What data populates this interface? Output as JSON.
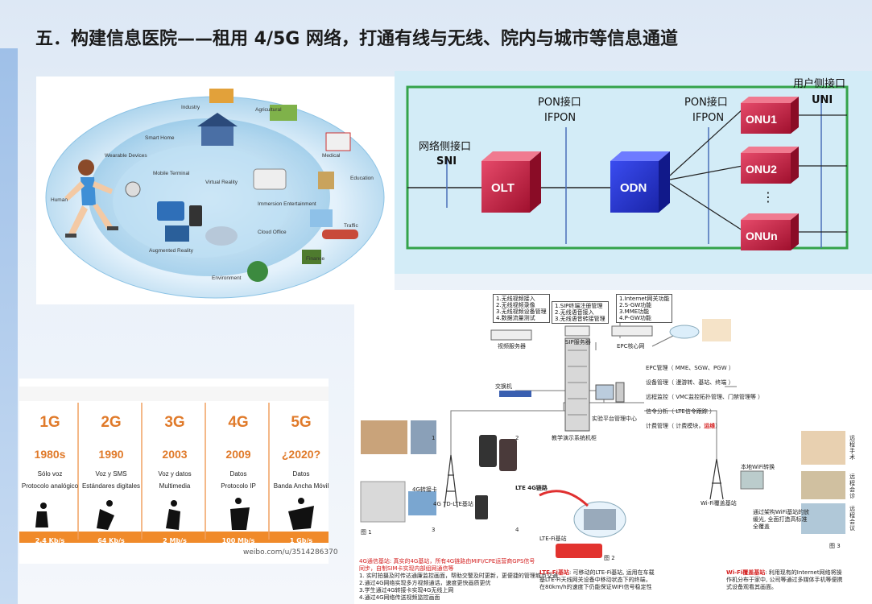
{
  "title": "五．构建信息医院——租用 4/5G 网络，打通有线与无线、院内与城市等信息通道",
  "iot": {
    "labels": [
      "Industry",
      "Agricultural",
      "Smart Home",
      "Wearable Devices",
      "Mobile Terminal",
      "Medical",
      "Education",
      "Human",
      "Virtual Reality",
      "Immersion Entertainment",
      "Traffic",
      "Cloud Office",
      "Augmented Reality",
      "Finance",
      "Environment"
    ]
  },
  "pon": {
    "sni_label": "网络侧接口",
    "sni": "SNI",
    "pon_label_1": "PON接口",
    "ifpon_1": "IFPON",
    "pon_label_2": "PON接口",
    "ifpon_2": "IFPON",
    "uni_label": "用户侧接口",
    "uni": "UNI",
    "olt": "OLT",
    "odn": "ODN",
    "onu1": "ONU1",
    "onu2": "ONU2",
    "onun": "ONUn",
    "dots": "⋮"
  },
  "generations": [
    {
      "name": "1G",
      "year": "1980s",
      "d1": "Sólo voz",
      "d2": "Protocolo analógico",
      "speed": "2.4 Kb/s"
    },
    {
      "name": "2G",
      "year": "1990",
      "d1": "Voz y SMS",
      "d2": "Estándares digitales",
      "speed": "64 Kb/s"
    },
    {
      "name": "3G",
      "year": "2003",
      "d1": "Voz y datos",
      "d2": "Multimedia",
      "speed": "2 Mb/s"
    },
    {
      "name": "4G",
      "year": "2009",
      "d1": "Datos",
      "d2": "Protocolo IP",
      "speed": "100 Mb/s"
    },
    {
      "name": "5G",
      "year": "¿2020?",
      "d1": "Datos",
      "d2": "Banda Ancha Móvil",
      "speed": "1 Gb/s"
    }
  ],
  "gen_watermark": "weibo.com/u/3514286370",
  "network": {
    "box1": "1.无线视频接入\n2.无线视频录像\n3.无线视频设备管理\n4.数据流量测试",
    "box2": "1.SIP终端注册管理\n2.无线语音接入\n3.无线语音转接管理",
    "box3": "1.Internet网关功能\n2.S-GW功能\n3.MME功能\n4.P-GW功能",
    "video_server": "视频服务器",
    "sip_server": "SIP服务器",
    "epc_server": "EPC核心网",
    "epc_items": "EPC管理（ MME、SGW、PGW ）\n\n设备管理（ 漫游转、基站、终端 ）\n\n远程监控（ VMC监控拓扑管理、门禁管理等 ）\n\n信令分析（ LTE信令跟踪 ）\n\n计费管理（ 计费模块，",
    "epc_red": "运维",
    "epc_end": "）",
    "switch": "交换机",
    "platform_center": "实验平台管理中心",
    "cabinet": "教学演示系统机柜",
    "lte_station": "4G TD-LTE基站",
    "card_label": "4G转接卡",
    "lte_4g": "LTE 4G链路",
    "wifi_station": "Wi-Fi覆盖基站",
    "router_label": "本地WiFi转换",
    "lte_fi": "LTE-Fi基站",
    "remote": "远程手术",
    "remote2": "远程会诊",
    "remote3": "远程会议",
    "fig1": "图 1",
    "fig2": "图 2",
    "fig3": "图 3",
    "n1": "1",
    "n2": "2",
    "n3": "3",
    "n4": "4",
    "desc1_red": "4G通信基站: 真实的4G基站，所有4G链路由MIFI/CPE运营商GPS信号同步，自制SIM卡实现内部组网通信等",
    "desc1": "1. 实时拍摄及时传达通廉监控画面，帮助交警及时更新，更便捷的管理城市交通\n2.通过4G网络实现多方视频通话，速度更快画质更优\n3.学生通过4G转接卡实现4G无线上网\n4.通过4G网络传送视频监控画面",
    "desc2_red": "LTE-Fi基站",
    "desc2": ": 可移动的LTE-Fi基站, 运用在车载\n基LTE-Fi天线网关设备中移动状态下的终端，\n在80km/h的速度下仍能保证WIFI信号稳定性",
    "desc3_red": "Wi-Fi覆盖基站",
    "desc3": ": 利用现有的Internet网络将操\n作机分布于家中, 公司等通过多媒体手机等便携\n式设备观看其画面。",
    "wifi_desc": "通过架构WiFi基站的放\n缓光, 全面打造高标准\n全覆盖"
  }
}
